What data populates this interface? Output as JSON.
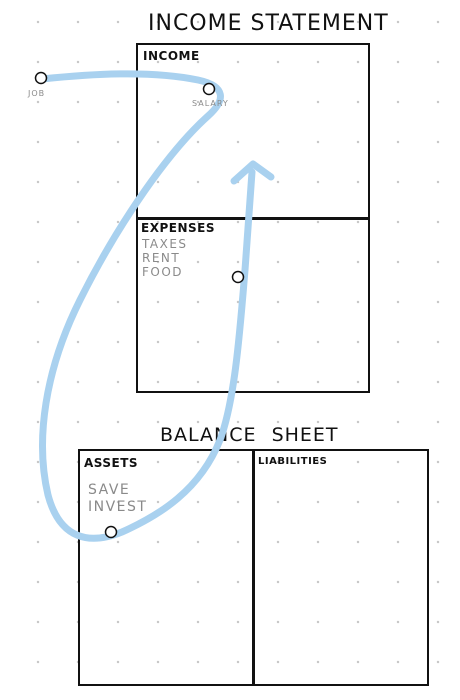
{
  "income_statement": {
    "title": "INCOME STATEMENT",
    "income_label": "INCOME",
    "expenses_label": "EXPENSES",
    "expense_items": [
      "TAXES",
      "RENT",
      "FOOD"
    ],
    "salary_label": "SALARY"
  },
  "balance_sheet": {
    "title": "BALANCE SHEET",
    "assets_label": "ASSETS",
    "liabilities_label": "LIABILITIES",
    "asset_items": [
      "SAVE",
      "INVEST"
    ]
  },
  "source": {
    "label": "JOB"
  },
  "colors": {
    "flow_arrow": "#a9d1ef",
    "ink": "#111111",
    "note_text": "#8a8a8a"
  }
}
